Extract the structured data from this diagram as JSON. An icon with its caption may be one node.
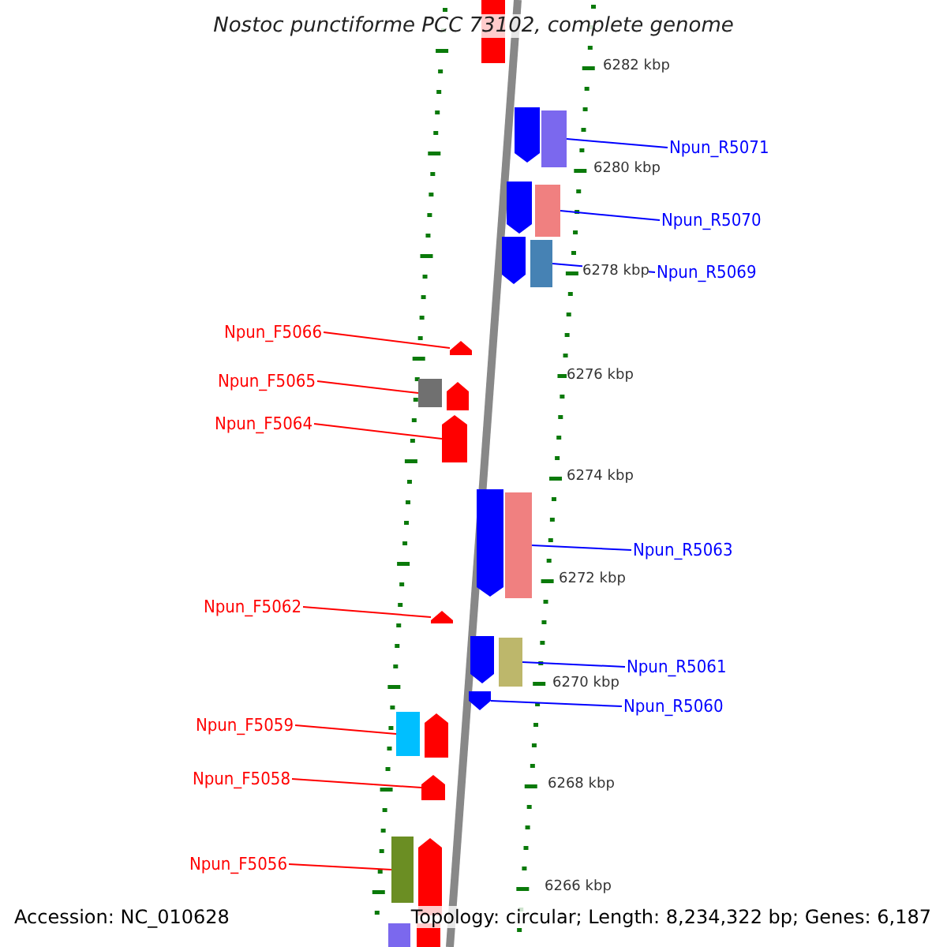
{
  "diagram": {
    "title": "Nostoc punctiforme PCC 73102, complete genome",
    "nodes": [
      {
        "text": [
          "Npun_R5071"
        ]
      },
      {
        "text": [],
        "shape": "bar"
      },
      {
        "text": [
          "Npun_R5070"
        ]
      },
      {
        "text": [],
        "shape": "bar"
      },
      {
        "text": [
          "Npun_R5069"
        ]
      },
      {
        "text": [],
        "shape": "bar"
      },
      {
        "text": [
          "Npun_F5066"
        ]
      },
      {
        "text": [],
        "shape": "pentagon"
      },
      {
        "text": [
          "Npun_F5065"
        ]
      },
      {
        "text": [],
        "shape": "bar"
      },
      {
        "text": [
          "Npun_F5064"
        ]
      },
      {
        "text": [],
        "shape": "pentagon"
      },
      {
        "text": [
          "Npun_R5063"
        ]
      },
      {
        "text": [],
        "shape": "bar"
      },
      {
        "text": [
          "Npun_F5062"
        ]
      },
      {
        "text": [],
        "shape": "pentagon"
      },
      {
        "text": [
          "Npun_R5061"
        ]
      },
      {
        "text": [],
        "shape": "bar"
      },
      {
        "text": [
          "Npun_R5060"
        ]
      },
      {
        "text": [],
        "shape": "pentagon"
      },
      {
        "text": [
          "Npun_F5059"
        ]
      },
      {
        "text": [],
        "shape": "bar"
      },
      {
        "text": [
          "Npun_F5058"
        ]
      },
      {
        "text": [],
        "shape": "pentagon"
      },
      {
        "text": [
          "Npun_F5056"
        ]
      },
      {
        "text": [],
        "shape": "bar"
      },
      {
        "text": [],
        "shape": "bar"
      },
      {
        "text": [],
        "shape": "pentagon"
      },
      {
        "text": [],
        "shape": "pentagon"
      },
      {
        "text": [],
        "shape": "pentagon"
      },
      {
        "text": [],
        "shape": "pentagon"
      },
      {
        "text": [],
        "shape": "pentagon"
      },
      {
        "text": [],
        "shape": "pentagon"
      },
      {
        "text": [],
        "shape": "pentagon"
      },
      {
        "text": [],
        "shape": "pentagon"
      },
      {
        "text": [],
        "shape": "bar"
      },
      {
        "text": [],
        "shape": "bar"
      }
    ],
    "edges": [
      {
        "from": 0,
        "to": 1,
        "arrow": "none",
        "color": "#0000ff"
      },
      {
        "from": 2,
        "to": 3,
        "arrow": "none",
        "color": "#0000ff"
      },
      {
        "from": 4,
        "to": 5,
        "arrow": "none",
        "color": "#0000ff"
      },
      {
        "from": 6,
        "to": 7,
        "arrow": "none",
        "color": "#ff0000"
      },
      {
        "from": 8,
        "to": 9,
        "arrow": "none",
        "color": "#ff0000"
      },
      {
        "from": 10,
        "to": 11,
        "arrow": "none",
        "color": "#ff0000"
      },
      {
        "from": 12,
        "to": 13,
        "arrow": "none",
        "color": "#0000ff"
      },
      {
        "from": 14,
        "to": 15,
        "arrow": "none",
        "color": "#ff0000"
      },
      {
        "from": 16,
        "to": 17,
        "arrow": "none",
        "color": "#0000ff"
      },
      {
        "from": 18,
        "to": 19,
        "arrow": "none",
        "color": "#0000ff"
      },
      {
        "from": 20,
        "to": 21,
        "arrow": "none",
        "color": "#ff0000"
      },
      {
        "from": 22,
        "to": 23,
        "arrow": "none",
        "color": "#ff0000"
      },
      {
        "from": 24,
        "to": 25,
        "arrow": "none",
        "color": "#ff0000"
      }
    ],
    "labels": [
      "6282 kbp",
      "6280 kbp",
      "6278 kbp",
      "6276 kbp",
      "6274 kbp",
      "6272 kbp",
      "6270 kbp",
      "6268 kbp",
      "6266 kbp",
      "Accession: NC_010628",
      "Topology: circular; Length: 8,234,322 bp; Genes: 6,187"
    ]
  }
}
